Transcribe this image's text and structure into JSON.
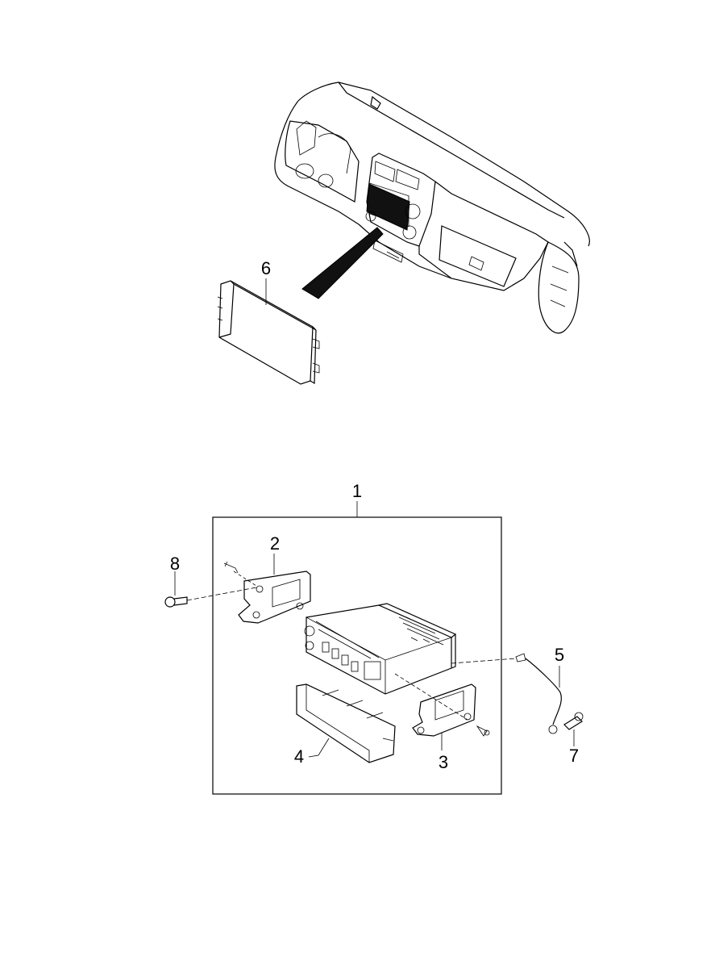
{
  "callouts": {
    "1": "1",
    "2": "2",
    "3": "3",
    "4": "4",
    "5": "5",
    "6": "6",
    "7": "7",
    "8": "8"
  }
}
